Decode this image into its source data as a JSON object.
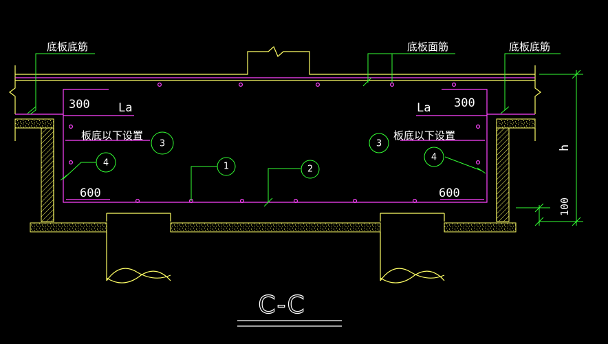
{
  "labels": {
    "bottom_rebar_left": "底板底筋",
    "top_rebar": "底板面筋",
    "bottom_rebar_right": "底板底筋",
    "dim_300_left": "300",
    "dim_300_right": "300",
    "la_left": "La",
    "la_right": "La",
    "below_slab_left": "板底以下设置",
    "below_slab_right": "板底以下设置",
    "dim_600_left": "600",
    "dim_600_right": "600",
    "dim_h": "h",
    "dim_100": "100",
    "section_title": "C-C"
  },
  "markers": {
    "m1": "1",
    "m2": "2",
    "m3_left": "3",
    "m3_right": "3",
    "m4_left": "4",
    "m4_right": "4"
  },
  "colors": {
    "background": "#000000",
    "structure": "#ffff66",
    "rebar": "#ff44ff",
    "annotation": "#33ff33",
    "text": "#ffffff"
  }
}
